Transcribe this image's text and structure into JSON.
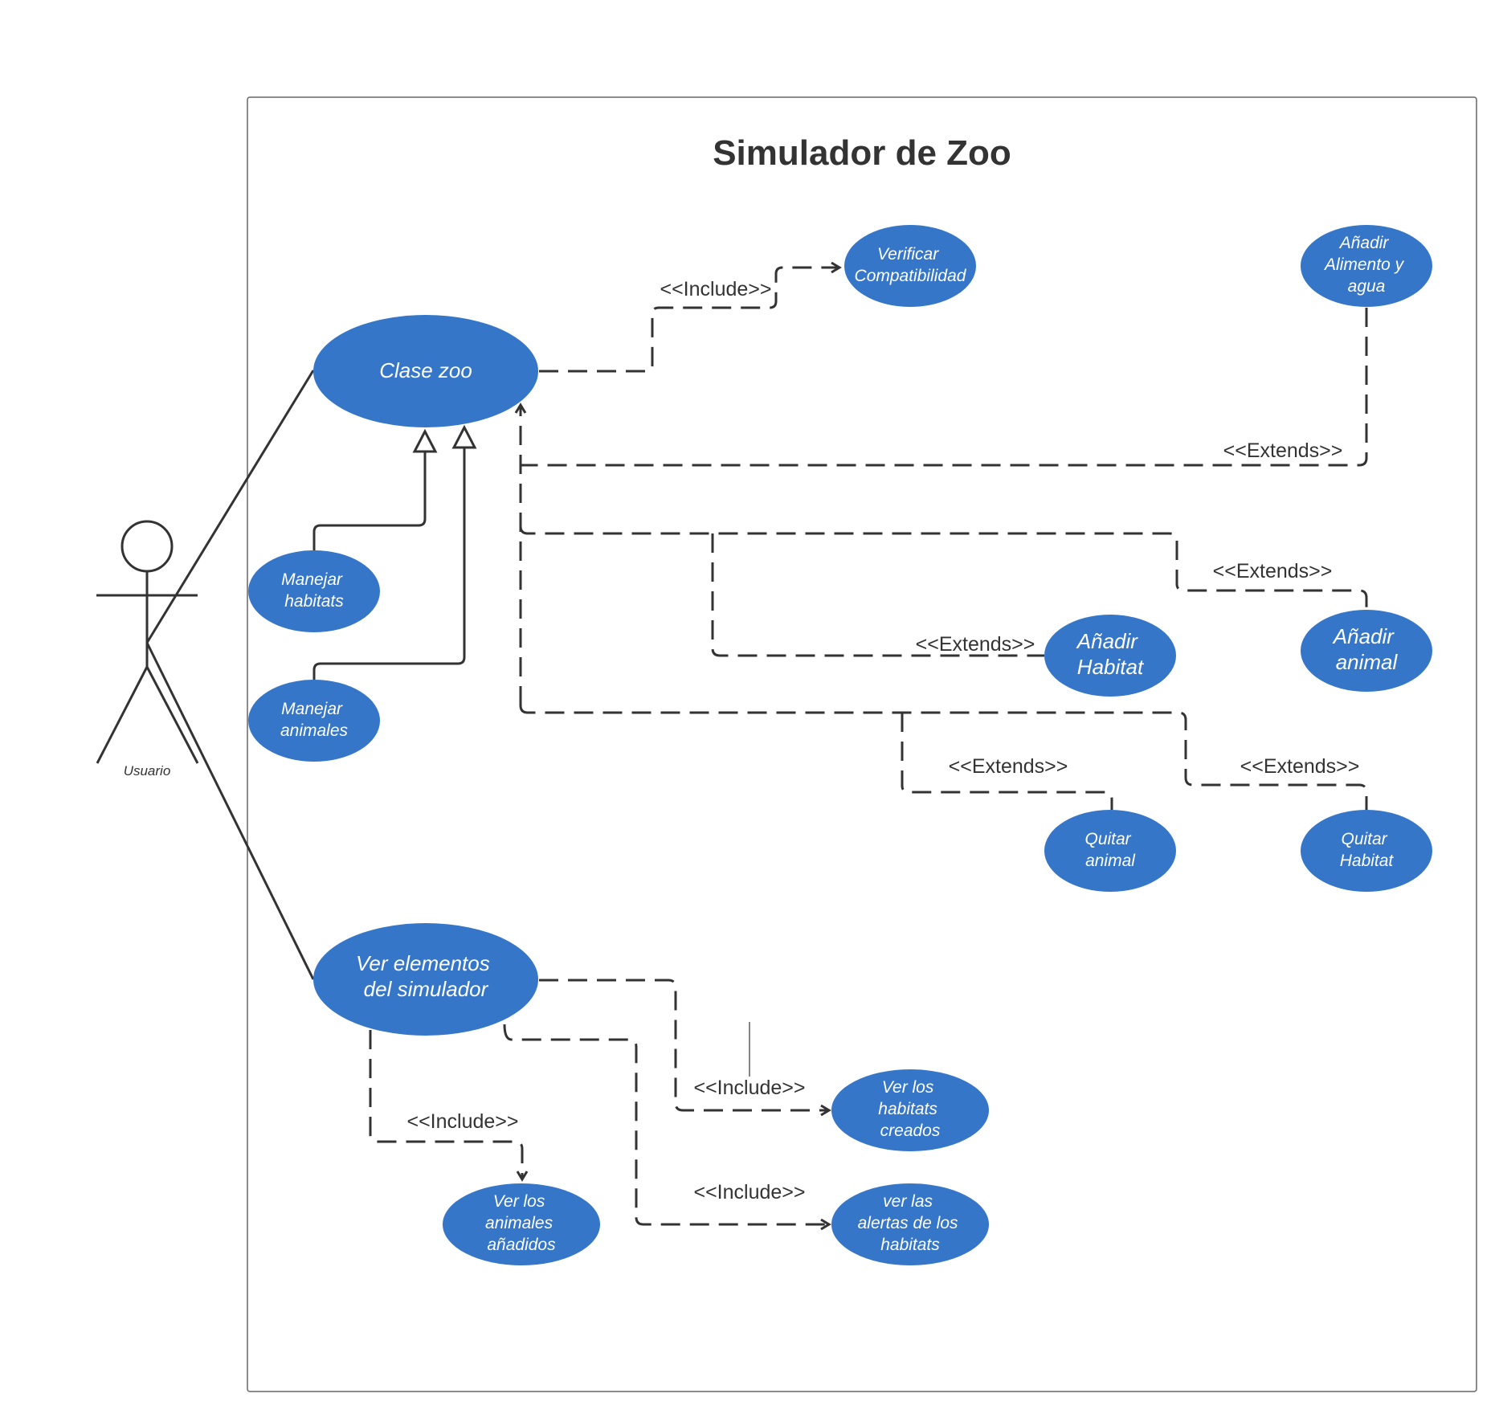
{
  "title": "Simulador de Zoo",
  "actor": {
    "label": "Usuario"
  },
  "colors": {
    "usecase_fill": "#3576c8",
    "line": "#333333",
    "boundary": "#666666"
  },
  "use_cases": [
    {
      "id": "clase-zoo",
      "lines": [
        "Clase zoo"
      ]
    },
    {
      "id": "verificar",
      "lines": [
        "Verificar",
        "Compatibilidad"
      ]
    },
    {
      "id": "alimento",
      "lines": [
        "Añadir",
        "Alimento y",
        "agua"
      ]
    },
    {
      "id": "manejar-habitats",
      "lines": [
        "Manejar",
        "habitats"
      ]
    },
    {
      "id": "manejar-animales",
      "lines": [
        "Manejar",
        "animales"
      ]
    },
    {
      "id": "anadir-habitat",
      "lines": [
        "Añadir",
        "Habitat"
      ]
    },
    {
      "id": "anadir-animal",
      "lines": [
        "Añadir",
        "animal"
      ]
    },
    {
      "id": "quitar-animal",
      "lines": [
        "Quitar",
        "animal"
      ]
    },
    {
      "id": "quitar-habitat",
      "lines": [
        "Quitar",
        "Habitat"
      ]
    },
    {
      "id": "ver-elementos",
      "lines": [
        "Ver elementos",
        "del simulador"
      ]
    },
    {
      "id": "ver-habitats",
      "lines": [
        "Ver los",
        "habitats",
        "creados"
      ]
    },
    {
      "id": "ver-animales",
      "lines": [
        "Ver los",
        "animales",
        "añadidos"
      ]
    },
    {
      "id": "ver-alertas",
      "lines": [
        "ver las",
        "alertas de los",
        "habitats"
      ]
    }
  ],
  "relations": [
    {
      "id": "include-verificar",
      "label": "<<Include>>"
    },
    {
      "id": "extends-alimento",
      "label": "<<Extends>>"
    },
    {
      "id": "extends-animal",
      "label": "<<Extends>>"
    },
    {
      "id": "extends-habitat",
      "label": "<<Extends>>"
    },
    {
      "id": "extends-quitar-animal",
      "label": "<<Extends>>"
    },
    {
      "id": "extends-quitar-habitat",
      "label": "<<Extends>>"
    },
    {
      "id": "include-ver-habitats",
      "label": "<<Include>>"
    },
    {
      "id": "include-ver-animales",
      "label": "<<Include>>"
    },
    {
      "id": "include-ver-alertas",
      "label": "<<Include>>"
    }
  ]
}
